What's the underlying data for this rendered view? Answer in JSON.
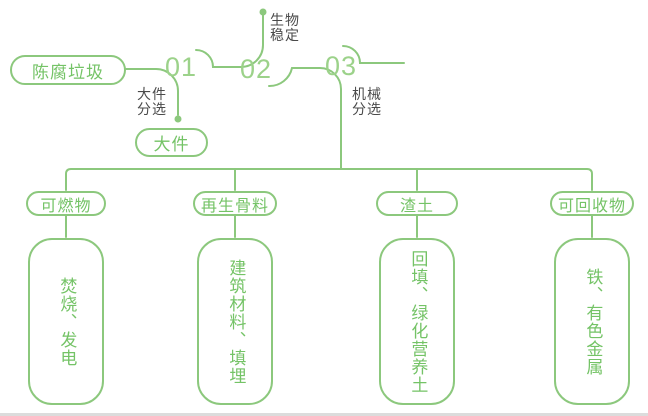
{
  "colors": {
    "line_green": "#8CC87D",
    "text_green": "#74C366",
    "number_green": "#9CD28A",
    "label_gray": "#4A4A4A",
    "divider_gray": "#DCDCDC"
  },
  "flow": {
    "source": "陈腐垃圾",
    "steps": [
      {
        "number": "01",
        "label": "大件\n分选"
      },
      {
        "number": "02",
        "label": "生物\n稳定"
      },
      {
        "number": "03",
        "label": "机械\n分选"
      }
    ],
    "bulky_output": "大件"
  },
  "outputs": [
    {
      "category": "可燃物",
      "detail": "焚烧、发电"
    },
    {
      "category": "再生骨料",
      "detail": "建筑材料、填埋"
    },
    {
      "category": "渣土",
      "detail": "回填、绿化营养土"
    },
    {
      "category": "可回收物",
      "detail": "铁、有色金属"
    }
  ]
}
